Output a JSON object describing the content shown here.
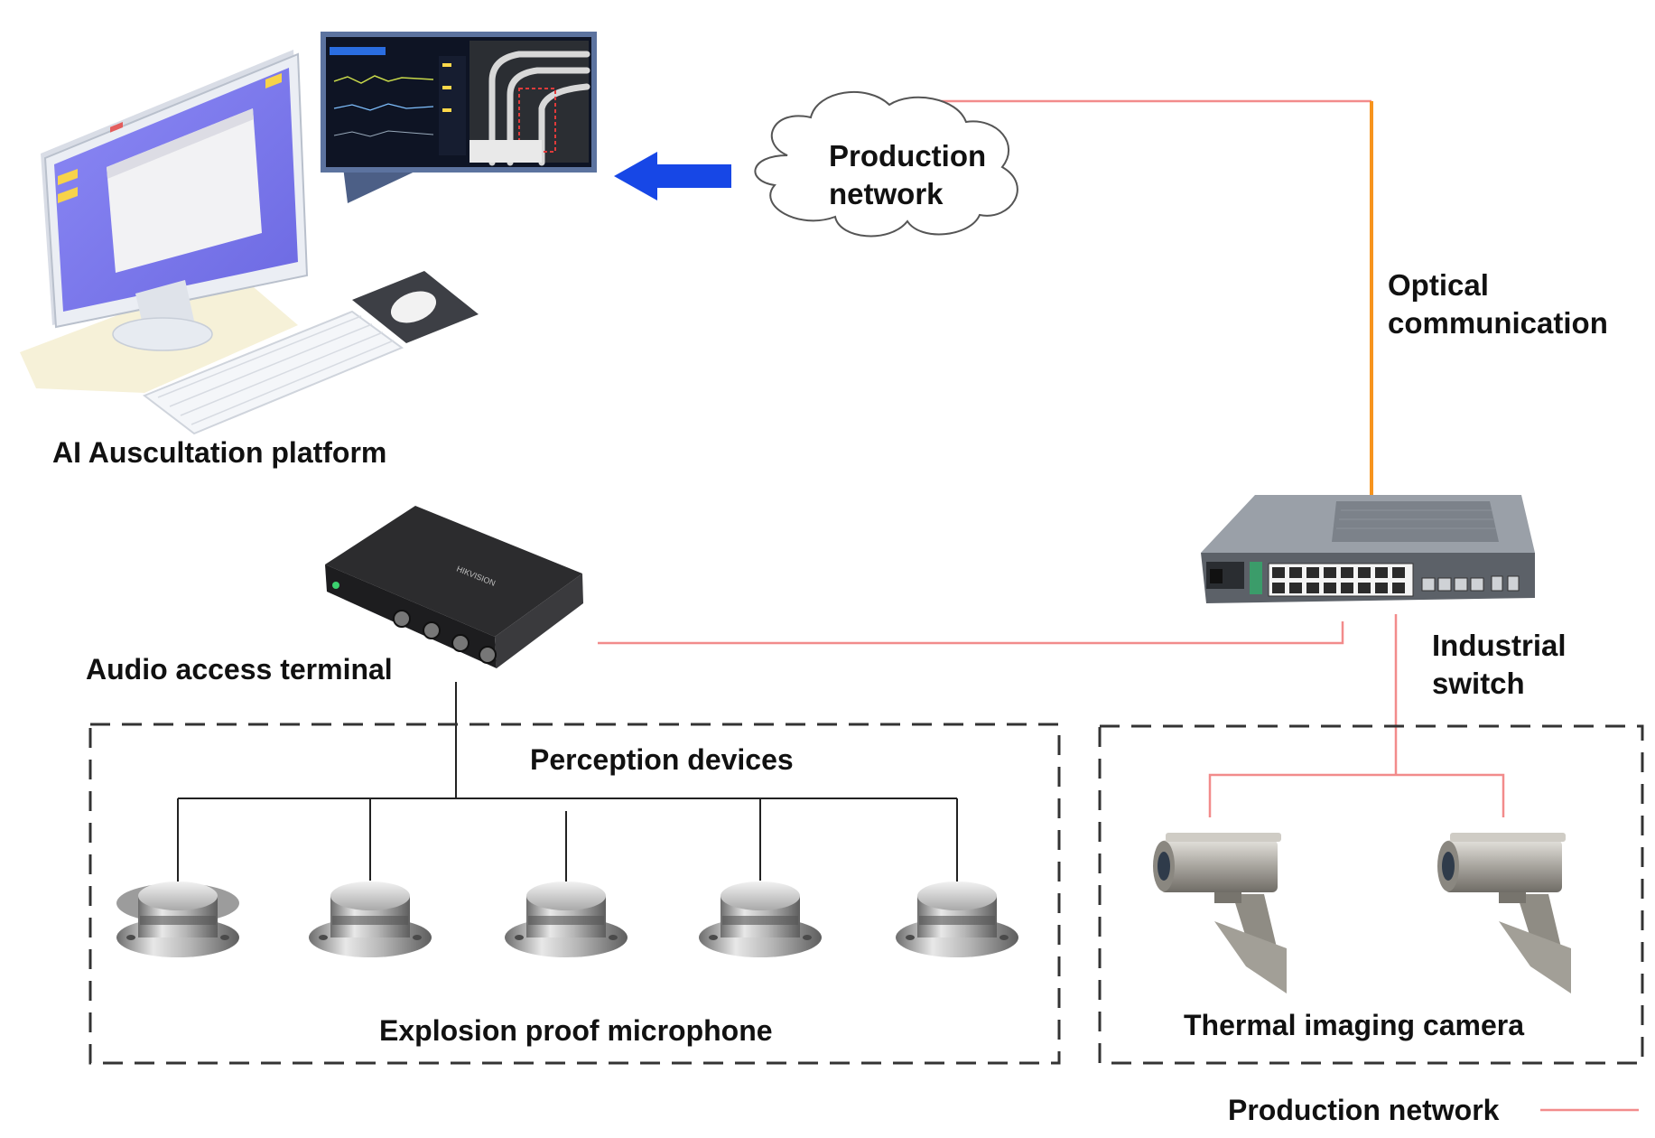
{
  "labels": {
    "platform": "AI Auscultation platform",
    "cloud_line1": "Production",
    "cloud_line2": "network",
    "optical_line1": "Optical",
    "optical_line2": "communication",
    "switch_line1": "Industrial",
    "switch_line2": "switch",
    "audio_terminal": "Audio access terminal",
    "perception": "Perception devices",
    "microphone": "Explosion proof microphone",
    "camera": "Thermal imaging camera",
    "legend": "Production network"
  },
  "colors": {
    "network_line": "#f28b8b",
    "optical_line": "#f7941d",
    "arrow": "#1747e6",
    "dashed_box": "#333333",
    "monitor_screen": "#7b78ee"
  },
  "icons": [
    "desktop-computer-icon",
    "dashboard-screen-icon",
    "cloud-icon",
    "arrow-left-icon",
    "industrial-switch-icon",
    "audio-terminal-icon",
    "microphone-icon",
    "thermal-camera-icon"
  ]
}
